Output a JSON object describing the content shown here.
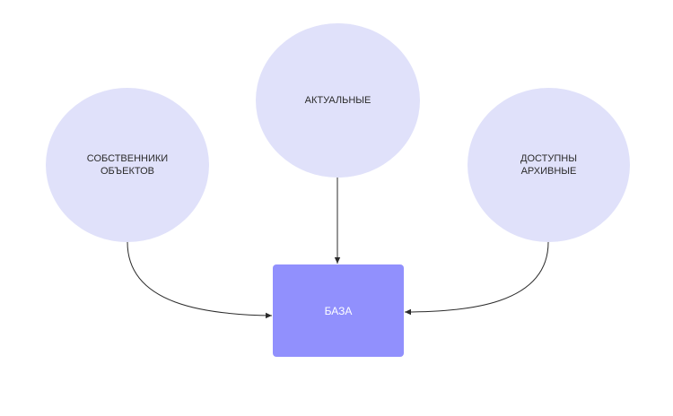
{
  "nodes": {
    "owners": {
      "label": "СОБСТВЕННИКИ\nОБЪЕКТОВ"
    },
    "actual": {
      "label": "АКТУАЛЬНЫЕ"
    },
    "archive": {
      "label": "ДОСТУПНЫ\nАРХИВНЫЕ"
    },
    "base": {
      "label": "БАЗА"
    }
  },
  "edges": [
    {
      "from": "owners",
      "to": "base"
    },
    {
      "from": "actual",
      "to": "base"
    },
    {
      "from": "archive",
      "to": "base"
    }
  ],
  "colors": {
    "circle_fill": "#e0e1fa",
    "box_fill": "#9190fd",
    "edge": "#2b2b2b"
  }
}
